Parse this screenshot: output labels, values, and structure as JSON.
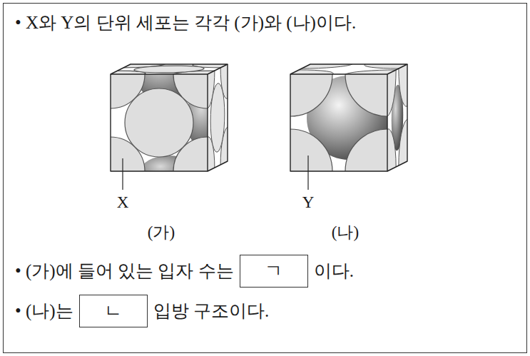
{
  "diagram": {
    "nodes": [
      {
        "text": [
          "• X와 Y의 단위 세포는 각각 (가)와 (나)이다.",
          "• (가)에 들어 있는 입자 수는",
          "이다.",
          "• (나)는",
          "입방 구조이다."
        ]
      },
      {
        "text": [
          "ㄱ"
        ],
        "in": 0
      },
      {
        "text": [
          "ㄴ"
        ],
        "in": 0
      }
    ],
    "labels": [
      "X",
      "Y",
      "(가)",
      "(나)"
    ]
  }
}
